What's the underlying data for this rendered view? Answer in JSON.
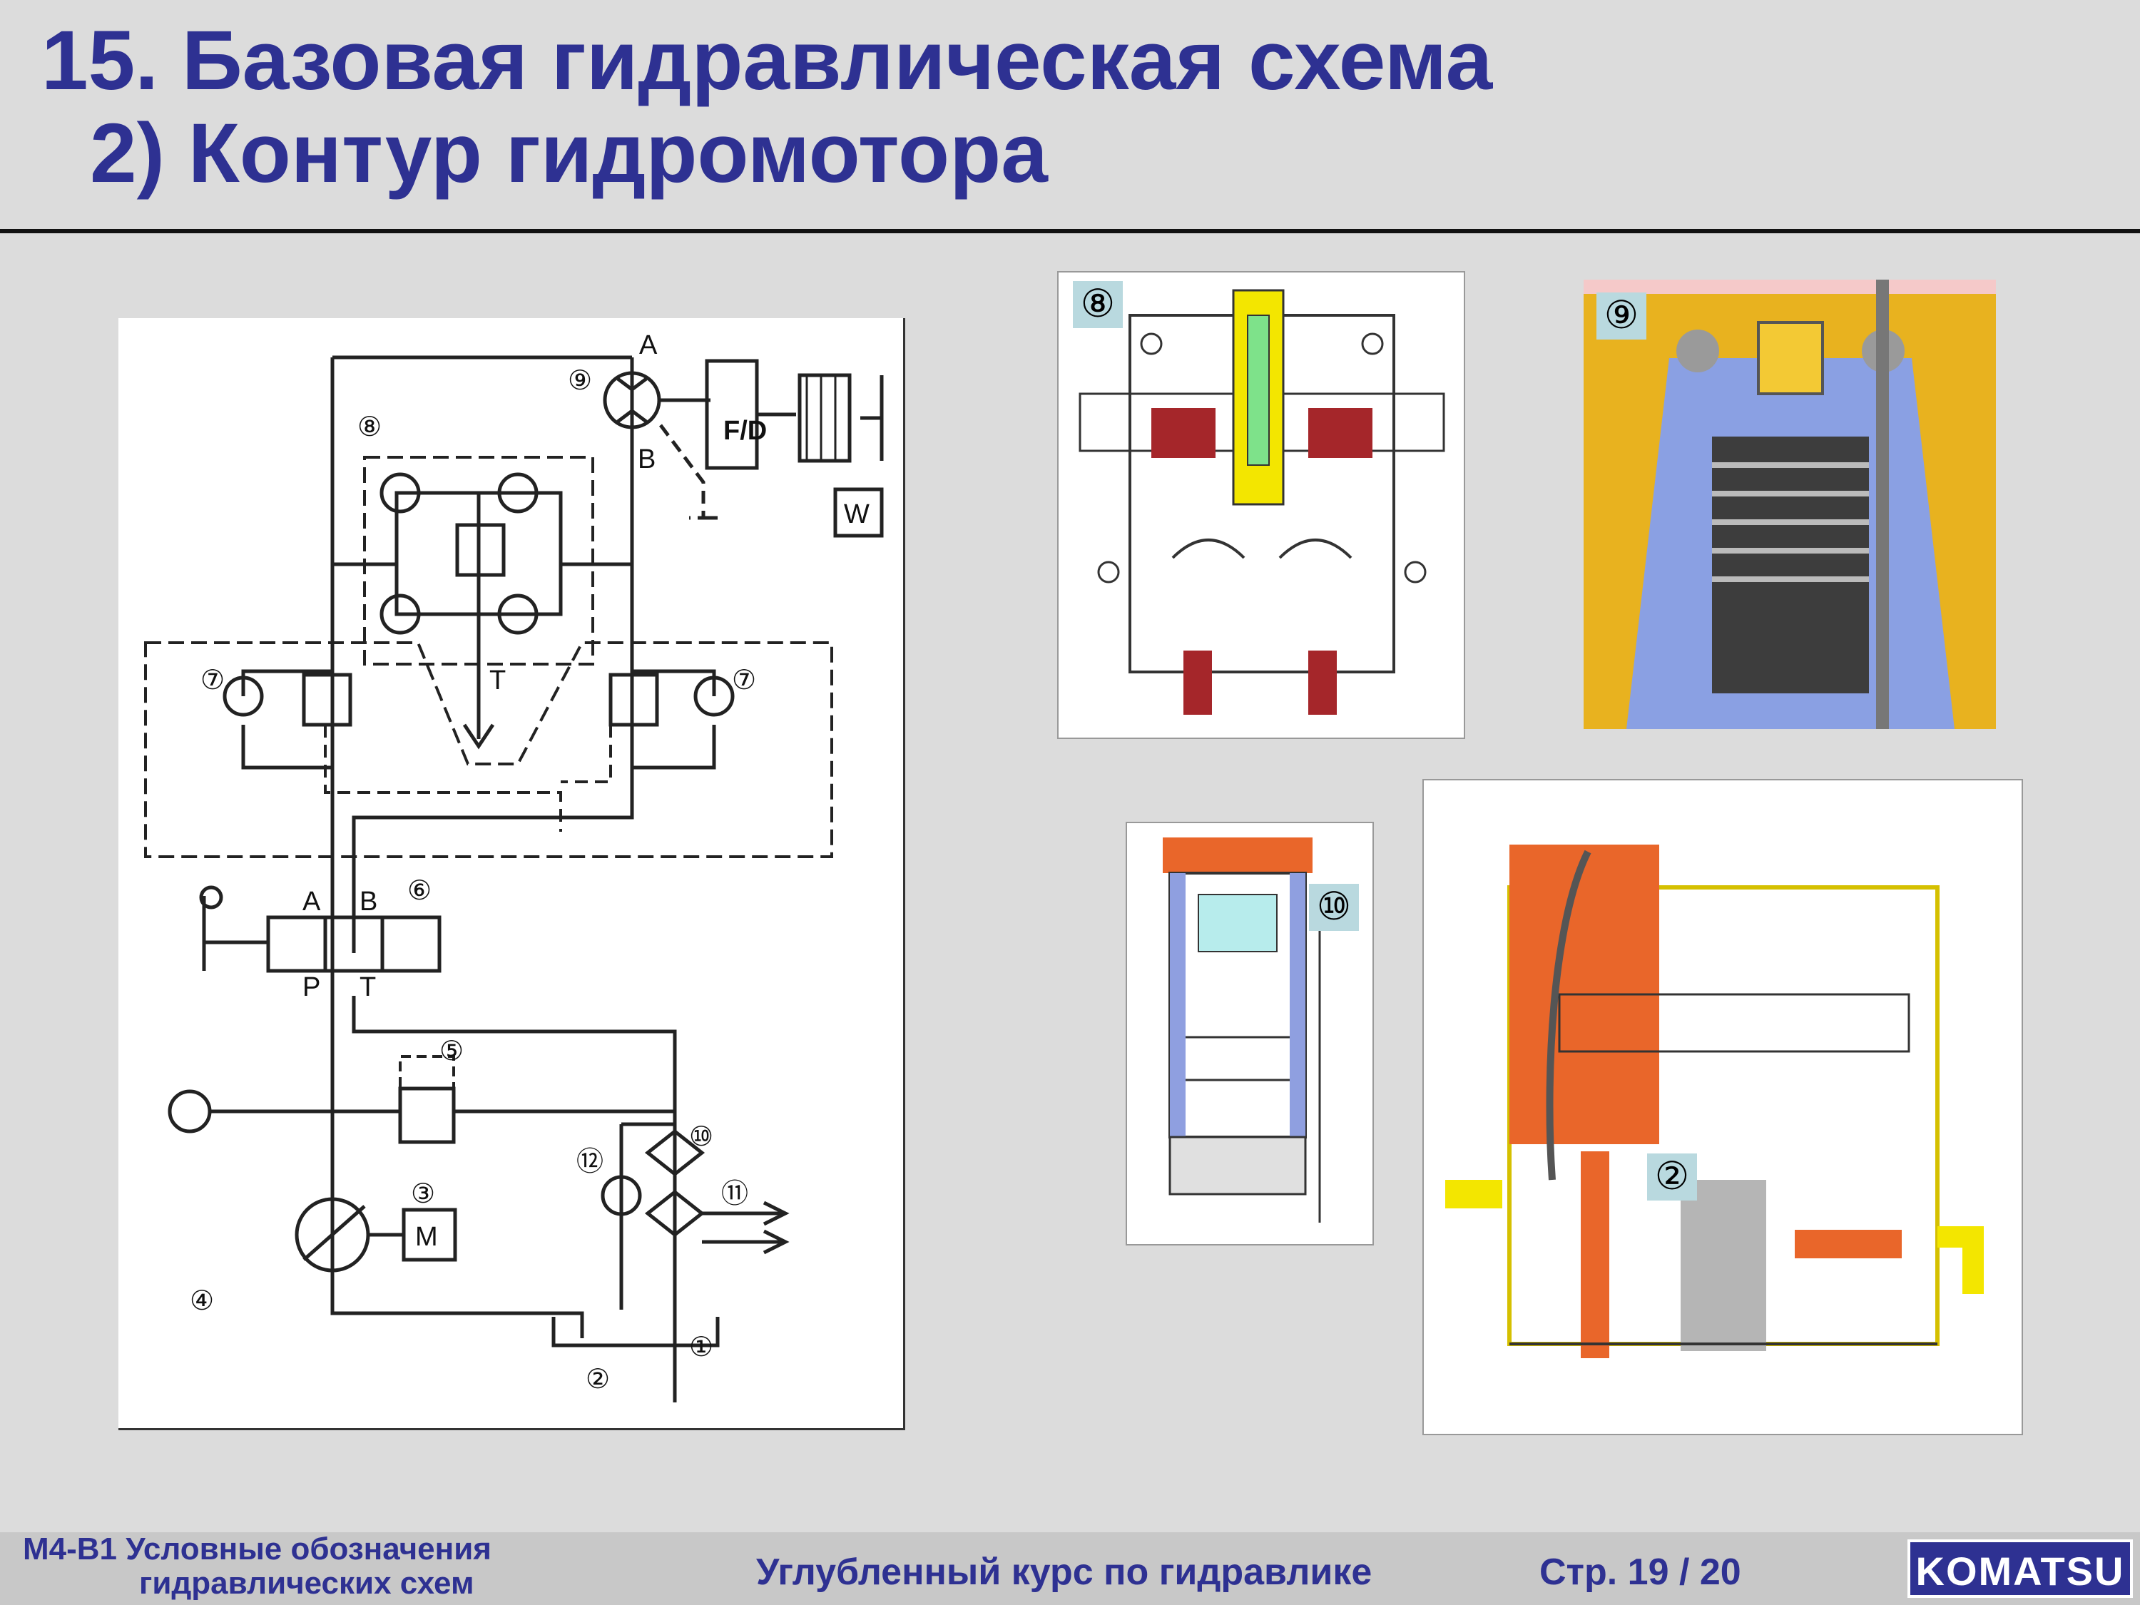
{
  "slide": {
    "title_line1": "15. Базовая гидравлическая схема",
    "title_line2": "2) Контур гидромотора"
  },
  "schematic": {
    "labels": {
      "n1": "①",
      "n2": "②",
      "n3": "③",
      "n4": "④",
      "n5": "⑤",
      "n6": "⑥",
      "n7": "⑦",
      "n8": "⑧",
      "n9": "⑨",
      "n10": "⑩",
      "n11": "⑪",
      "n12": "⑫",
      "port_a_motor": "A",
      "port_b_motor": "B",
      "fd": "F/D",
      "w": "W",
      "m": "M",
      "t_relief": "T",
      "valve_a": "A",
      "valve_b": "B",
      "valve_p": "P",
      "valve_t": "T"
    }
  },
  "photos": {
    "badge_8": "⑧",
    "badge_9": "⑨",
    "badge_10": "⑩",
    "badge_2": "②"
  },
  "footer": {
    "course_code_line1": "M4-B1 Условные обозначения",
    "course_code_line2": "гидравлических схем",
    "center": "Углубленный курс по гидравлике",
    "page": "Стр. 19 / 20",
    "logo": "KOMATSU"
  },
  "colors": {
    "title": "#2e3192",
    "background": "#dcdcdc",
    "yellow": "#f2b21b",
    "orange": "#e9662a",
    "blue": "#8f9fe0"
  }
}
